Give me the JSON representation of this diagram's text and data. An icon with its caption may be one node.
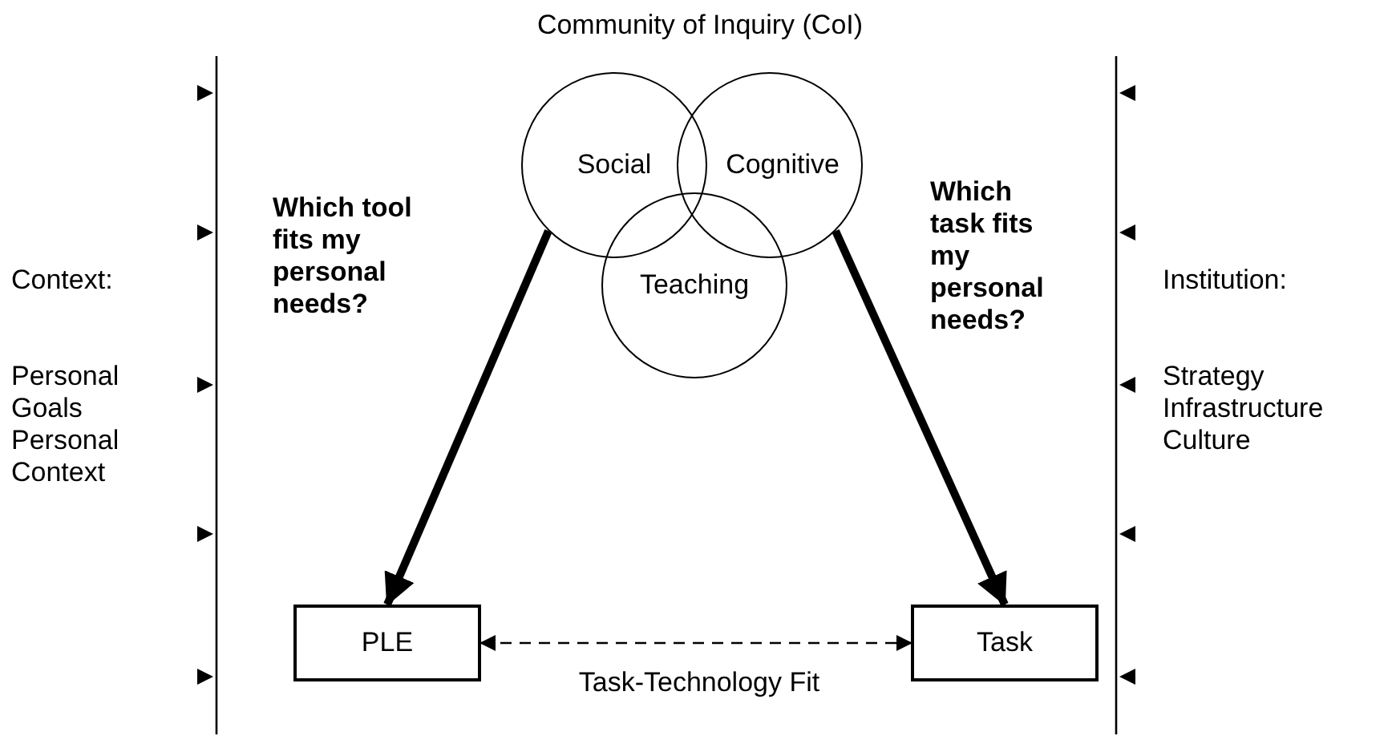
{
  "diagram": {
    "title": "Community of Inquiry (CoI)",
    "nodes": [
      {
        "text": [
          "Social"
        ]
      },
      {
        "text": [
          "Cognitive"
        ]
      },
      {
        "text": [
          "Teaching"
        ]
      },
      {
        "text": [
          "PLE"
        ]
      },
      {
        "text": [
          "Task"
        ]
      }
    ],
    "edges": [
      {
        "from": 0,
        "to": 3,
        "arrow": "to",
        "label": "Which tool fits my personal needs?"
      },
      {
        "from": 1,
        "to": 4,
        "arrow": "to",
        "label": "Which task fits my personal needs?"
      },
      {
        "from": 3,
        "to": 4,
        "arrow": "both",
        "style": "dashed",
        "label": "Task-Technology Fit"
      }
    ],
    "labels": [
      "Context:",
      "Personal Goals",
      "Personal Context",
      "Institution:",
      "Strategy",
      "Infrastructure",
      "Culture"
    ]
  }
}
